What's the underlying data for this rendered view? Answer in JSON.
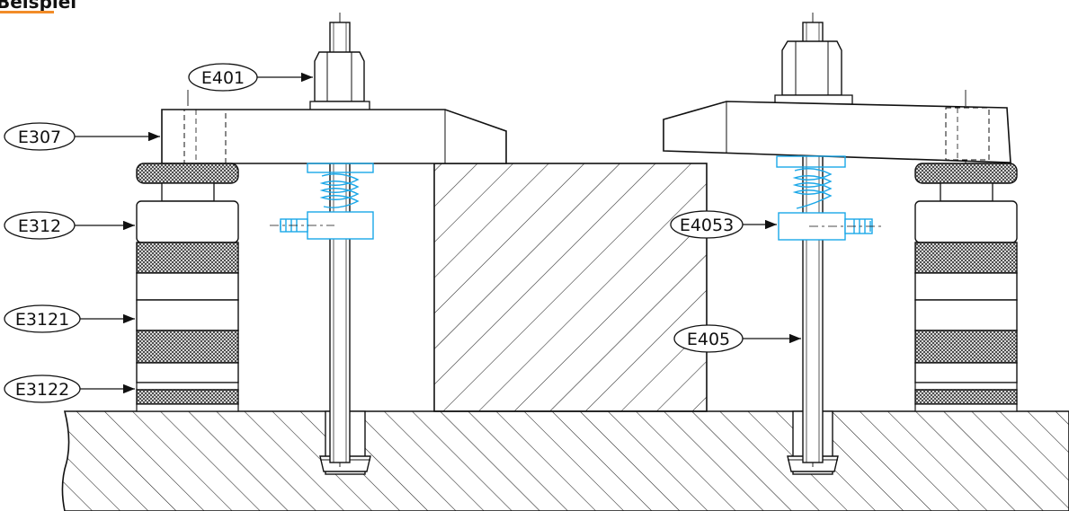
{
  "header": {
    "label": "Beispiel",
    "accent": "#f28c28"
  },
  "colors": {
    "line": "#111111",
    "blue": "#1aa7e8",
    "hatch": "#222222",
    "knurl": "#444444"
  },
  "labels": [
    {
      "id": "E401",
      "text": "E401"
    },
    {
      "id": "E307",
      "text": "E307"
    },
    {
      "id": "E312",
      "text": "E312"
    },
    {
      "id": "E3121",
      "text": "E3121"
    },
    {
      "id": "E3122",
      "text": "E3122"
    },
    {
      "id": "E4053",
      "text": "E4053"
    },
    {
      "id": "E405",
      "text": "E405"
    }
  ]
}
